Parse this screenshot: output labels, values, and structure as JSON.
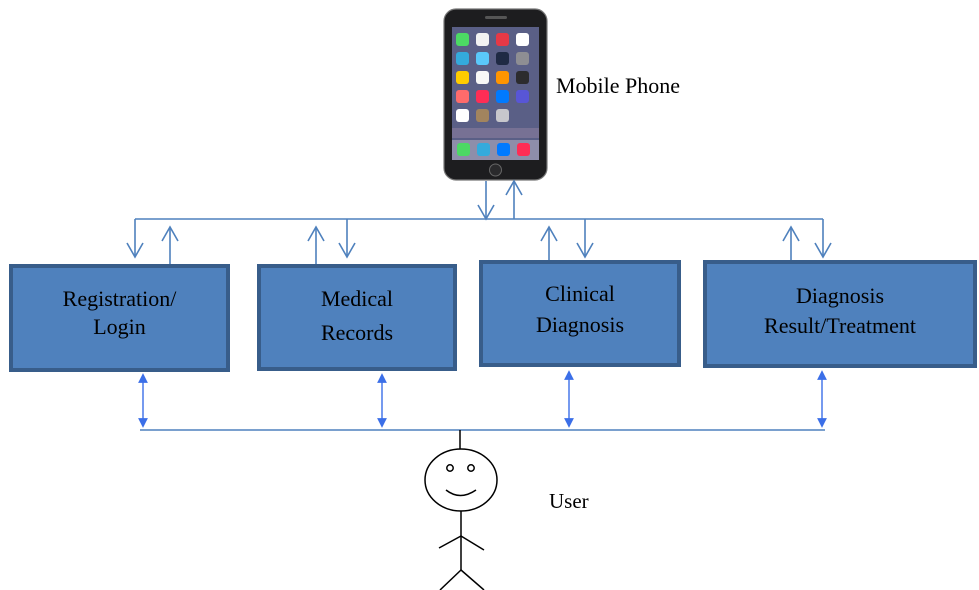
{
  "phone": {
    "label": "Mobile Phone",
    "icon": "smartphone-icon"
  },
  "modules": [
    {
      "key": "registration",
      "lines": [
        "Registration/",
        "Login"
      ]
    },
    {
      "key": "medical-records",
      "lines": [
        "Medical",
        "Records"
      ]
    },
    {
      "key": "clinical-diagnosis",
      "lines": [
        "Clinical",
        "Diagnosis"
      ]
    },
    {
      "key": "diagnosis-result",
      "lines": [
        "Diagnosis",
        "Result/Treatment"
      ]
    }
  ],
  "user": {
    "label": "User",
    "icon": "stick-figure-icon"
  },
  "colors": {
    "box_fill": "#4F81BD",
    "box_border": "#385D8A",
    "connector_line": "#4F81BD",
    "user_arrow": "#3B6FE8",
    "stroke": "#000000"
  }
}
